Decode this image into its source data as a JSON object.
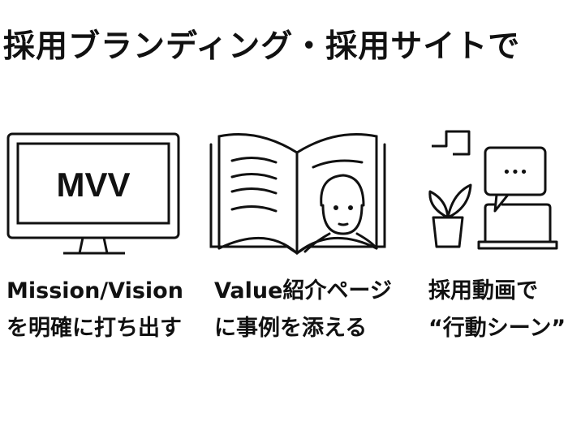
{
  "title": "採用ブランディング・採用サイトで",
  "items": [
    {
      "icon": "monitor-icon",
      "screen_text": "MVV",
      "line1": "Mission/Vision",
      "line2": "を明確に打ち出す"
    },
    {
      "icon": "open-book-icon",
      "line1": "Value紹介ページ",
      "line2": "に事例を添える"
    },
    {
      "icon": "video-call-icon",
      "dots": "•••",
      "line1": "採用動画で",
      "line2": "“行動シーン”"
    }
  ]
}
